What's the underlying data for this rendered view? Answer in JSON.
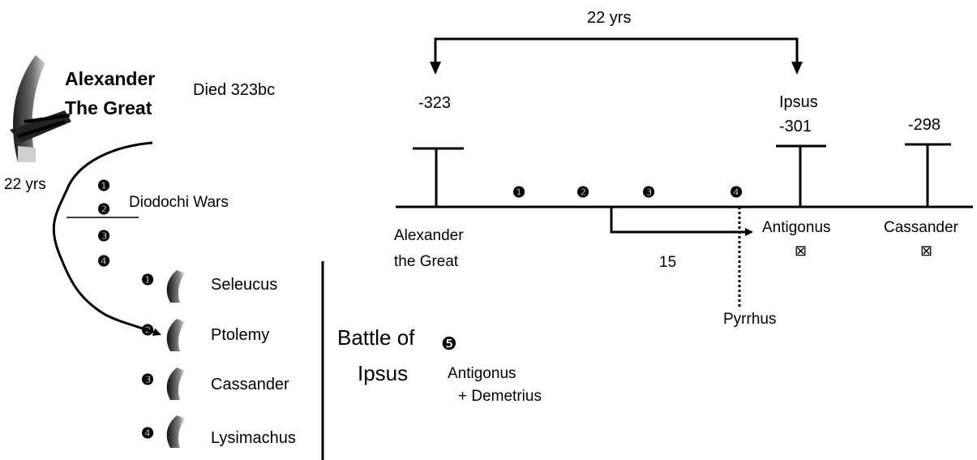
{
  "left_panel": {
    "heading_line1": "Alexander",
    "heading_line2": "The Great",
    "died": "Died 323bc",
    "years": "22 yrs",
    "wars_label": "Diodochi Wars",
    "war_numbers": [
      "❶",
      "❷",
      "❸",
      "❹"
    ],
    "successors": [
      {
        "number": "❶",
        "name": "Seleucus"
      },
      {
        "number": "❷",
        "name": "Ptolemy"
      },
      {
        "number": "❸",
        "name": "Cassander"
      },
      {
        "number": "❹",
        "name": "Lysimachus"
      }
    ]
  },
  "battle": {
    "title_line1": "Battle of",
    "title_line2": "Ipsus",
    "number": "❺",
    "side_line1": "Antigonus",
    "side_line2": "+ Demetrius"
  },
  "timeline": {
    "span_label": "22 yrs",
    "start_year": "-323",
    "start_label_line1": "Alexander",
    "start_label_line2": "the Great",
    "ipsus_label": "Ipsus",
    "ipsus_year": "-301",
    "end_year": "-298",
    "war_numbers": [
      "❶",
      "❷",
      "❸",
      "❹"
    ],
    "interval_label": "15",
    "antigonus_label": "Antigonus",
    "cassander_label": "Cassander",
    "death_symbol": "⊠",
    "pyrrhus_label": "Pyrrhus"
  }
}
